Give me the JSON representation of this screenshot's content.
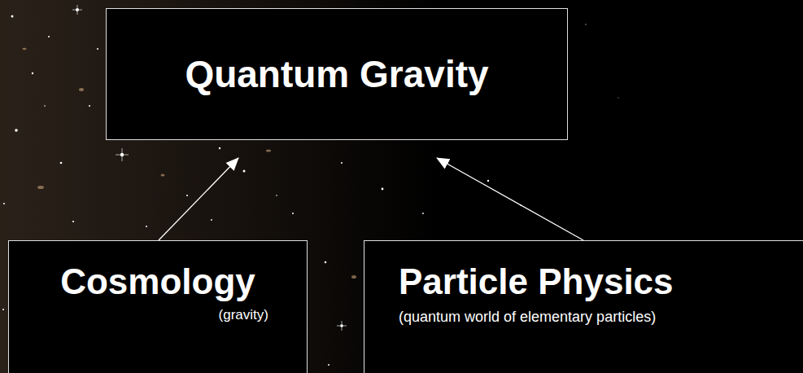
{
  "diagram": {
    "nodes": [
      {
        "text": [
          "Quantum Gravity"
        ]
      },
      {
        "text": [
          "Cosmology",
          "(gravity)"
        ]
      },
      {
        "text": [
          "Particle Physics",
          "(quantum world of elementary particles)"
        ]
      }
    ],
    "edges": [
      {
        "from": 1,
        "to": 0,
        "arrow": "to"
      },
      {
        "from": 2,
        "to": 0,
        "arrow": "to"
      }
    ]
  }
}
